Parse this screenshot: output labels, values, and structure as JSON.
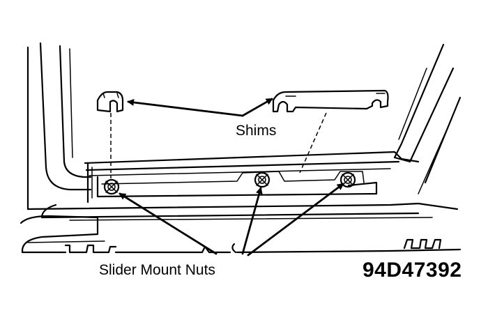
{
  "labels": {
    "shims": "Shims",
    "slider_mount_nuts": "Slider Mount Nuts",
    "figure_id": "94D47392"
  },
  "colors": {
    "ink": "#000000",
    "background": "#ffffff"
  }
}
